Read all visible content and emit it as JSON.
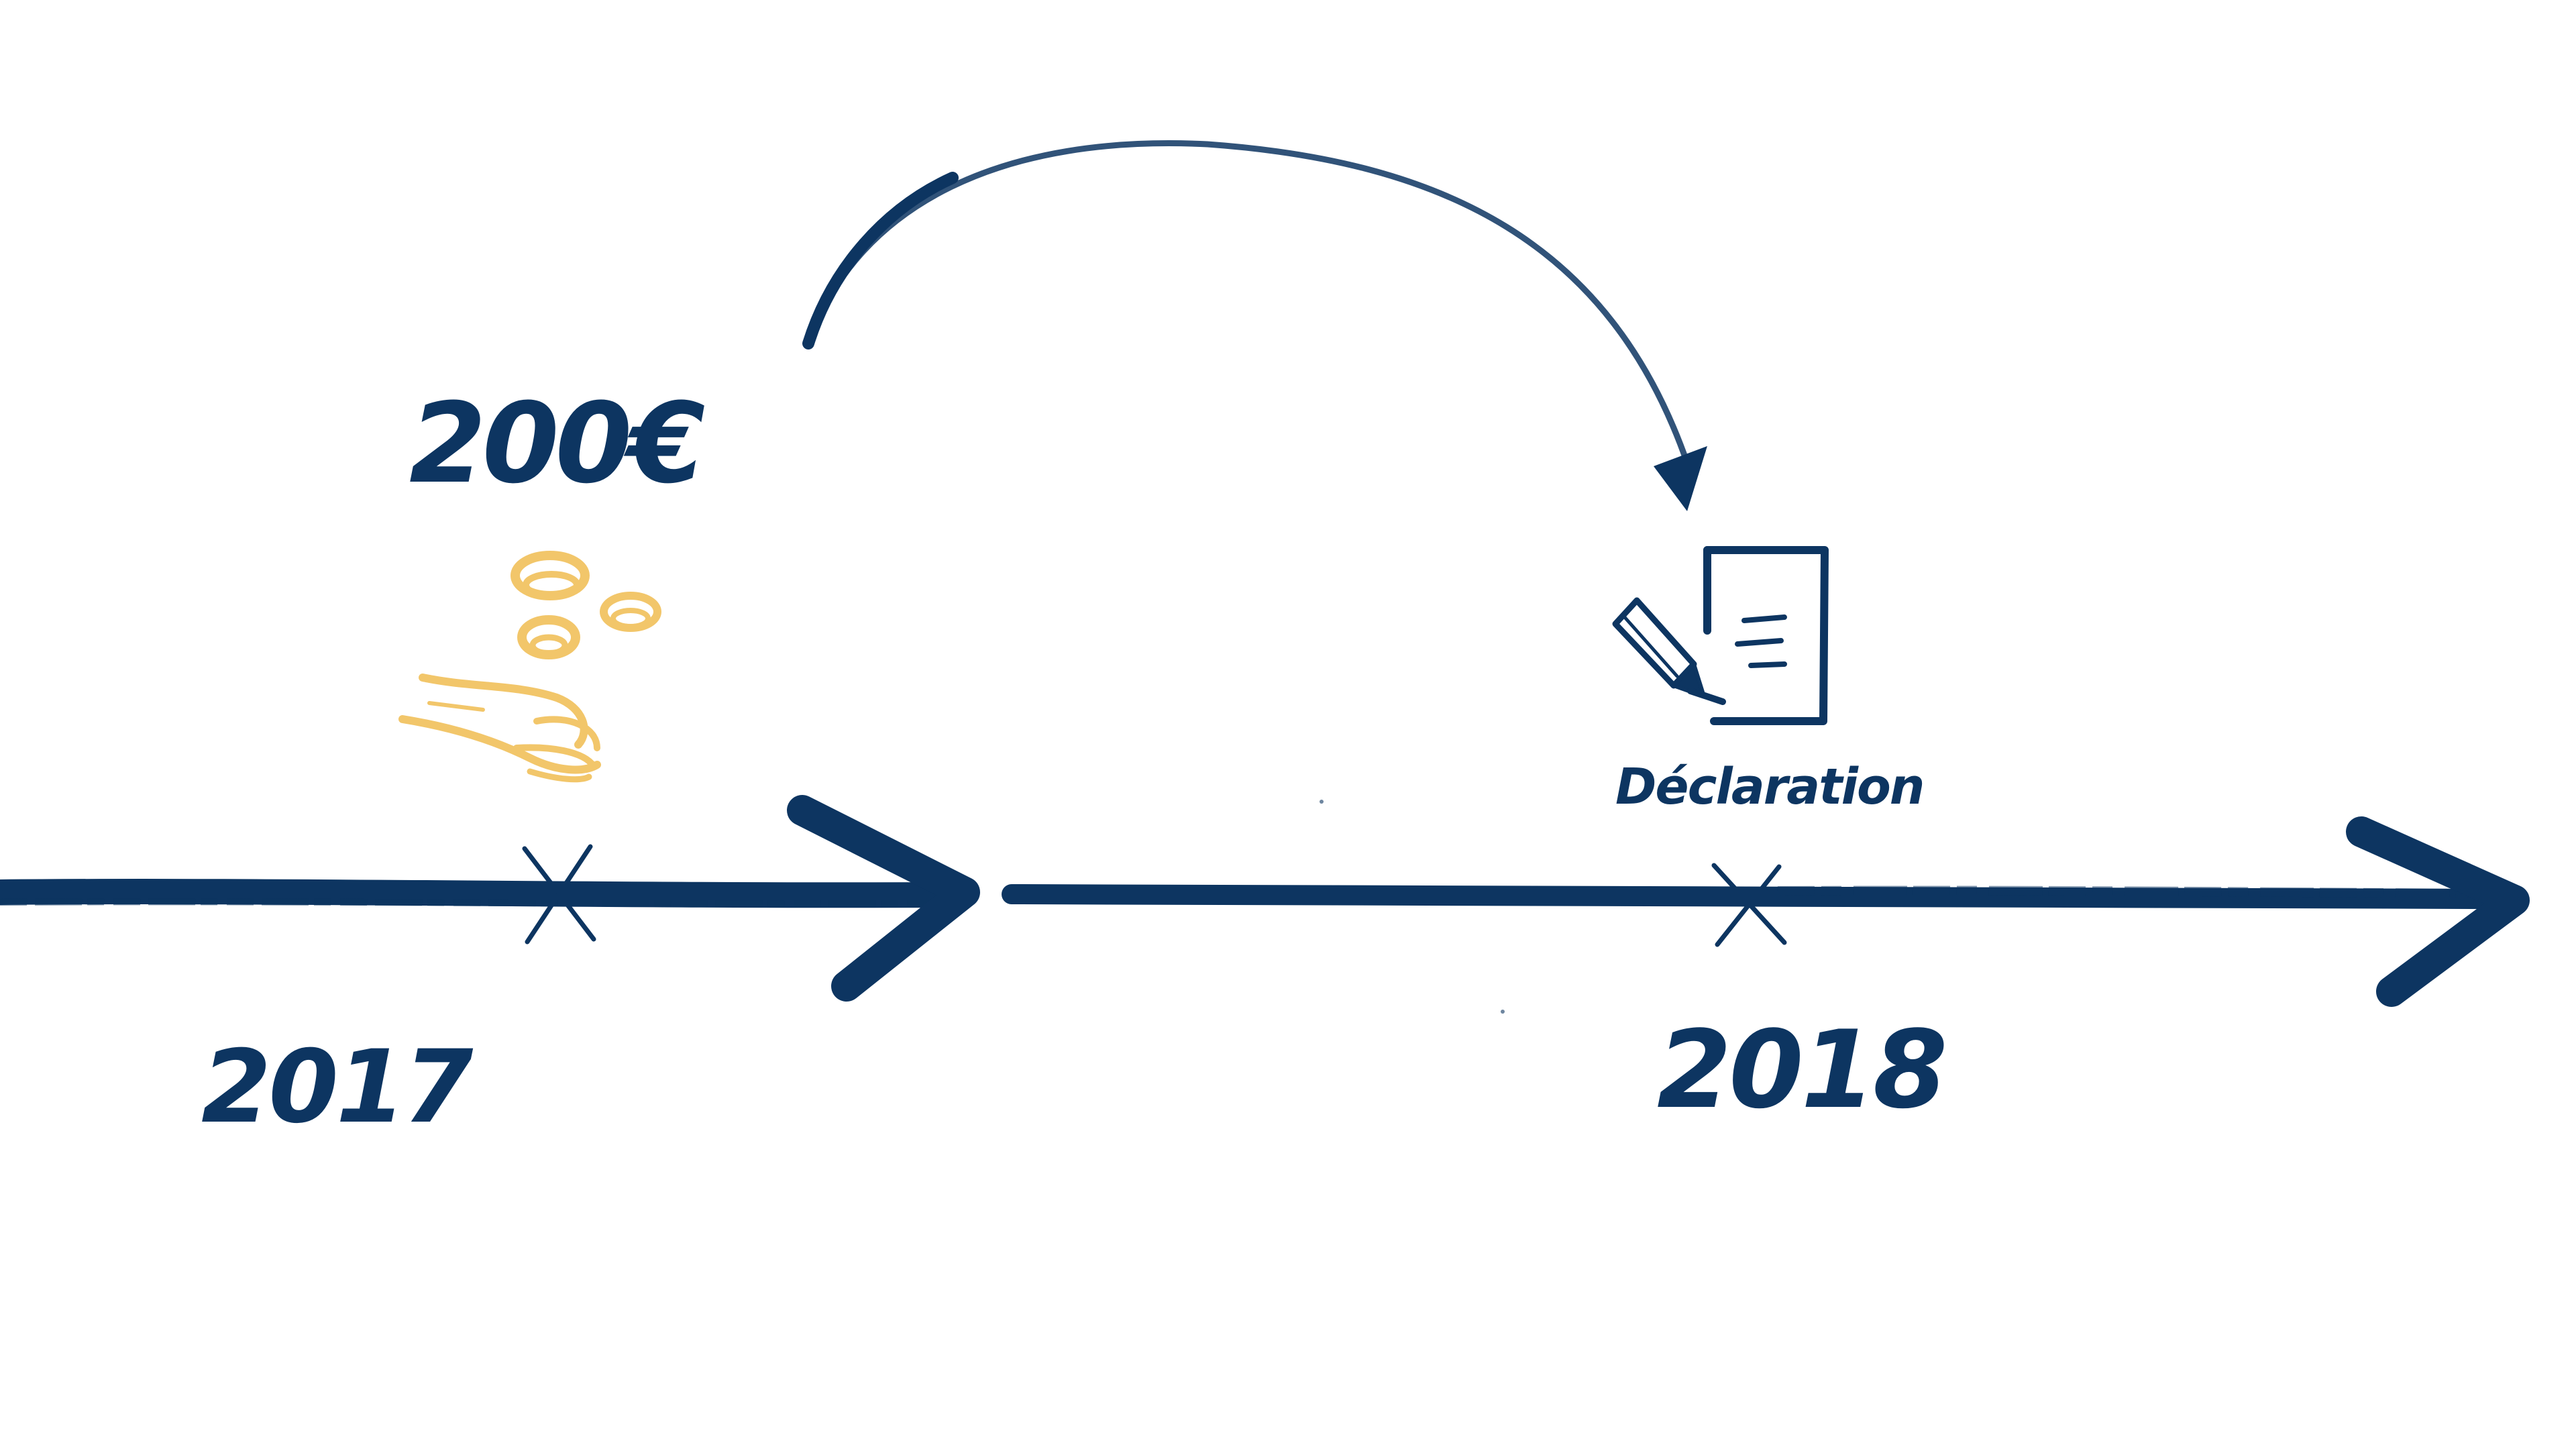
{
  "amount_label": "200€",
  "year_labels": [
    "2017",
    "2018"
  ],
  "document_label": "Déclaration",
  "icons": [
    "coins-icon",
    "hand-icon",
    "document-icon",
    "pencil-icon",
    "curved-arrow-icon",
    "arrow-icon",
    "cross-mark-icon"
  ],
  "colors": {
    "ink": "#0d3561",
    "gold": "#f2c66a",
    "background": "#ffffff"
  }
}
